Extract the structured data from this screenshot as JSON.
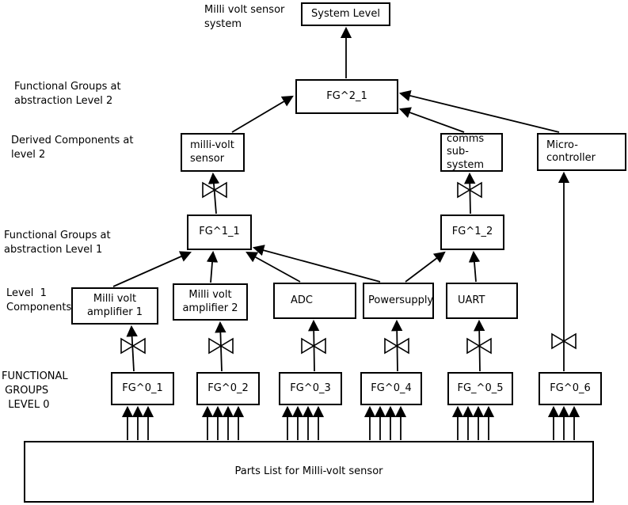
{
  "diagram_title": "Milli volt sensor\nsystem",
  "nodes": {
    "system_level": "System Level",
    "fg2_1": "FG^2_1",
    "millivolt_sensor": "milli-volt\nsensor",
    "comms_subsystem": "comms\nsub-system",
    "micro_controller": "Micro-\ncontroller",
    "fg1_1": "FG^1_1",
    "fg1_2": "FG^1_2",
    "amp1": "Milli volt\namplifier 1",
    "amp2": "Milli volt\namplifier 2",
    "adc": "ADC",
    "powersupply": "Powersupply",
    "uart": "UART",
    "fg0_1": "FG^0_1",
    "fg0_2": "FG^0_2",
    "fg0_3": "FG^0_3",
    "fg0_4": "FG^0_4",
    "fg0_5": "FG_^0_5",
    "fg0_6": "FG^0_6",
    "parts_list": "Parts List for Milli-volt sensor"
  },
  "side_labels": {
    "level2_groups": "Functional Groups at\nabstraction Level 2",
    "level2_derived": "Derived Components at\nlevel 2",
    "level1_groups": "Functional Groups at\nabstraction Level 1",
    "level1_components": "Level  1\nComponents",
    "level0_groups": "FUNCTIONAL\n GROUPS\n  LEVEL 0"
  },
  "edges": [
    {
      "from": "fg2_1",
      "to": "system_level"
    },
    {
      "from": "millivolt_sensor",
      "to": "fg2_1"
    },
    {
      "from": "comms_subsystem",
      "to": "fg2_1"
    },
    {
      "from": "micro_controller",
      "to": "fg2_1"
    },
    {
      "from": "fg1_1",
      "to": "millivolt_sensor",
      "via": "bowtie"
    },
    {
      "from": "fg1_2",
      "to": "comms_subsystem",
      "via": "bowtie"
    },
    {
      "from": "amp1",
      "to": "fg1_1"
    },
    {
      "from": "amp2",
      "to": "fg1_1"
    },
    {
      "from": "adc",
      "to": "fg1_1"
    },
    {
      "from": "powersupply",
      "to": "fg1_1"
    },
    {
      "from": "powersupply",
      "to": "fg1_2"
    },
    {
      "from": "uart",
      "to": "fg1_2"
    },
    {
      "from": "fg0_1",
      "to": "amp1",
      "via": "bowtie"
    },
    {
      "from": "fg0_2",
      "to": "amp2",
      "via": "bowtie"
    },
    {
      "from": "fg0_3",
      "to": "adc",
      "via": "bowtie"
    },
    {
      "from": "fg0_4",
      "to": "powersupply",
      "via": "bowtie"
    },
    {
      "from": "fg0_5",
      "to": "uart",
      "via": "bowtie"
    },
    {
      "from": "fg0_6",
      "to": "micro_controller",
      "via": "bowtie"
    },
    {
      "from": "parts_list",
      "to": "fg0_1"
    },
    {
      "from": "parts_list",
      "to": "fg0_2"
    },
    {
      "from": "parts_list",
      "to": "fg0_3"
    },
    {
      "from": "parts_list",
      "to": "fg0_4"
    },
    {
      "from": "parts_list",
      "to": "fg0_5"
    },
    {
      "from": "parts_list",
      "to": "fg0_6"
    }
  ],
  "colors": {
    "line": "#000000",
    "background": "#ffffff",
    "box_fill": "#ffffff"
  }
}
